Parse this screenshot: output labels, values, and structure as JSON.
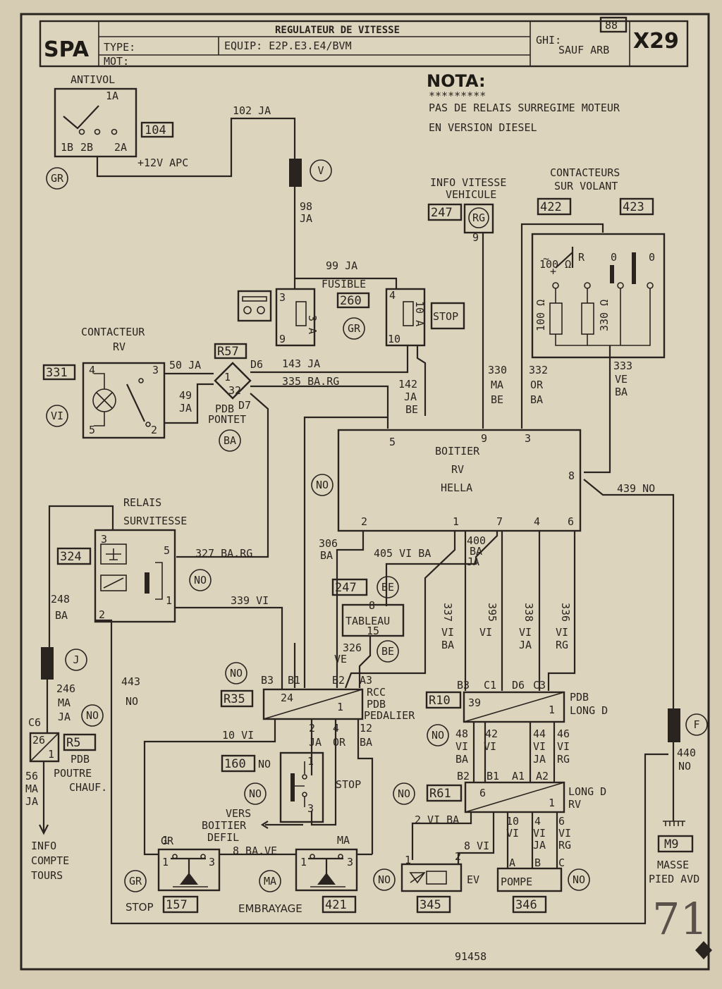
{
  "header": {
    "code": "SPA",
    "type_label": "TYPE:",
    "mot_label": "MOT:",
    "title": "REGULATEUR DE VITESSE",
    "equip": "EQUIP: E2P.E3.E4/BVM",
    "ghi_label": "GHI:",
    "ghi_value": "SAUF ARB",
    "year": "88",
    "model": "X29"
  },
  "nota": {
    "title": "NOTA:",
    "stars": "*********",
    "line1": "PAS DE RELAIS SURREGIME MOTEUR",
    "line2": "EN VERSION DIESEL"
  },
  "labels": {
    "antivol": "ANTIVOL",
    "apc": "+12V APC",
    "info_vitesse_1": "INFO VITESSE",
    "info_vitesse_2": "VEHICULE",
    "contacteurs_1": "CONTACTEURS",
    "contacteurs_2": "SUR VOLANT",
    "fusible": "FUSIBLE",
    "contacteur_rv_1": "CONTACTEUR",
    "contacteur_rv_2": "RV",
    "pdb_pontet_1": "PDB",
    "pdb_pontet_2": "PONTET",
    "relais_1": "RELAIS",
    "relais_2": "SURVITESSE",
    "boitier_1": "BOITIER",
    "boitier_2": "RV",
    "boitier_3": "HELLA",
    "tableau": "TABLEAU",
    "rcc_1": "RCC",
    "rcc_2": "PDB",
    "rcc_3": "PEDALIER",
    "pdb_long_1": "PDB",
    "pdb_long_2": "LONG D",
    "long_d_rv_1": "LONG D",
    "long_d_rv_2": "RV",
    "pdb_poutre_1": "PDB",
    "pdb_poutre_2": "POUTRE",
    "pdb_poutre_3": "CHAUF.",
    "info_ct_1": "INFO",
    "info_ct_2": "COMPTE",
    "info_ct_3": "TOURS",
    "stop": "STOP",
    "stop_sw": "STOP",
    "embrayage": "EMBRAYAGE",
    "vers_1": "VERS",
    "vers_2": "BOITIER",
    "vers_3": "DEFIL",
    "ev": "EV",
    "pompe": "POMPE",
    "masse_1": "MASSE",
    "masse_2": "PIED AVD",
    "r100": "100 Ω",
    "r330": "330 Ω"
  },
  "codes": {
    "c104": "104",
    "c247a": "247",
    "c422": "422",
    "c423": "423",
    "c260": "260",
    "c331": "331",
    "r57": "R57",
    "c324": "324",
    "c247b": "247",
    "r35": "R35",
    "r10": "R10",
    "r5": "R5",
    "c160": "160",
    "r61": "R61",
    "c157": "157",
    "c421": "421",
    "c345": "345",
    "c346": "346",
    "m9": "M9"
  },
  "circles": {
    "gr1": "GR",
    "v": "V",
    "rg": "RG",
    "gr2": "GR",
    "vi": "VI",
    "ba": "BA",
    "no1": "NO",
    "no2": "NO",
    "be1": "BE",
    "be2": "BE",
    "j": "J",
    "no3": "NO",
    "no4": "NO",
    "no5": "NO",
    "no6": "NO",
    "no7": "NO",
    "gr3": "GR",
    "ma": "MA",
    "no8": "NO",
    "no9": "NO",
    "f": "F"
  },
  "wires": {
    "w102": "102 JA",
    "w98a": "98",
    "w98b": "JA",
    "w99": "99 JA",
    "w50": "50 JA",
    "w49a": "49",
    "w49b": "JA",
    "w143": "143 JA",
    "w335": "335 BA.RG",
    "w142a": "142",
    "w142b": "JA",
    "w142c": "BE",
    "w330a": "330",
    "w330b": "MA",
    "w330c": "BE",
    "w332a": "332",
    "w332b": "OR",
    "w332c": "BA",
    "w333a": "333",
    "w333b": "VE",
    "w333c": "BA",
    "w439": "439 NO",
    "w327": "327 BA.RG",
    "w339": "339 VI",
    "w306a": "306",
    "w306b": "BA",
    "w405": "405 VI BA",
    "w400a": "400",
    "w400b": "BA",
    "w400c": "JA",
    "w248a": "248",
    "w248b": "BA",
    "w246a": "246",
    "w246b": "MA",
    "w246c": "JA",
    "w443a": "443",
    "w443b": "NO",
    "w326a": "326",
    "w326b": "VE",
    "w337a": "337",
    "w337b": "VI",
    "w337c": "BA",
    "w395a": "395",
    "w395b": "VI",
    "w338a": "338",
    "w338b": "VI",
    "w338c": "JA",
    "w336a": "336",
    "w336b": "VI",
    "w336c": "RG",
    "w10": "10 VI",
    "w2a": "2",
    "w2b": "JA",
    "w4a": "4",
    "w4b": "OR",
    "w12a": "12",
    "w12b": "BA",
    "w48a": "48",
    "w48b": "VI",
    "w48c": "BA",
    "w42a": "42",
    "w42b": "VI",
    "w44a": "44",
    "w44b": "VI",
    "w44c": "JA",
    "w46a": "46",
    "w46b": "VI",
    "w46c": "RG",
    "w56a": "56",
    "w56b": "MA",
    "w56c": "JA",
    "w160no": "NO",
    "w2vi": "2 VI BA",
    "w8vi": "8 VI",
    "w10b": "10",
    "w10c": "VI",
    "w4c": "4",
    "w4d": "VI",
    "w4e": "JA",
    "w6a": "6",
    "w6b": "VI",
    "w6c": "RG",
    "w8ba": "8 BA.VE",
    "w440a": "440",
    "w440b": "NO"
  },
  "pins": {
    "p1a": "1A",
    "p1b": "1B",
    "p2b": "2B",
    "p2a": "2A",
    "f3": "3",
    "f9": "9",
    "f3a": "3 A",
    "f4": "4",
    "f10": "10",
    "f10a": "10 A",
    "cv4": "4",
    "cv3": "3",
    "cv5": "5",
    "cv2": "2",
    "d6": "D6",
    "d7": "D7",
    "p1": "1",
    "p32": "32",
    "b5": "5",
    "b9": "9",
    "b3": "3",
    "b8": "8",
    "b2": "2",
    "b1": "1",
    "b7": "7",
    "b4": "4",
    "b6": "6",
    "rs3": "3",
    "rs5": "5",
    "rs2": "2",
    "rs1": "1",
    "t8": "8",
    "t15": "15",
    "rccB3": "B3",
    "rccB1": "B1",
    "rccB2": "B2",
    "rccA3": "A3",
    "rcc24": "24",
    "rcc1": "1",
    "pB3": "B3",
    "pC1": "C1",
    "pD6": "D6",
    "pC3": "C3",
    "p39": "39",
    "p1b2": "1",
    "lB2": "B2",
    "lB1": "B1",
    "lA1": "A1",
    "lA2": "A2",
    "l6": "6",
    "l1": "1",
    "c6": "C6",
    "p26": "26",
    "p1c": "1",
    "s1": "1",
    "s3": "3",
    "e1": "1",
    "e3": "3",
    "v1": "1",
    "v3": "3",
    "ev1": "1",
    "ev2": "2",
    "pA": "A",
    "pB": "B",
    "pC": "C",
    "rg9": "9",
    "r_R": "R",
    "r_0a": "0",
    "r_0b": "0",
    "plus": "+"
  },
  "footer": {
    "ref": "91458",
    "page": "71"
  }
}
